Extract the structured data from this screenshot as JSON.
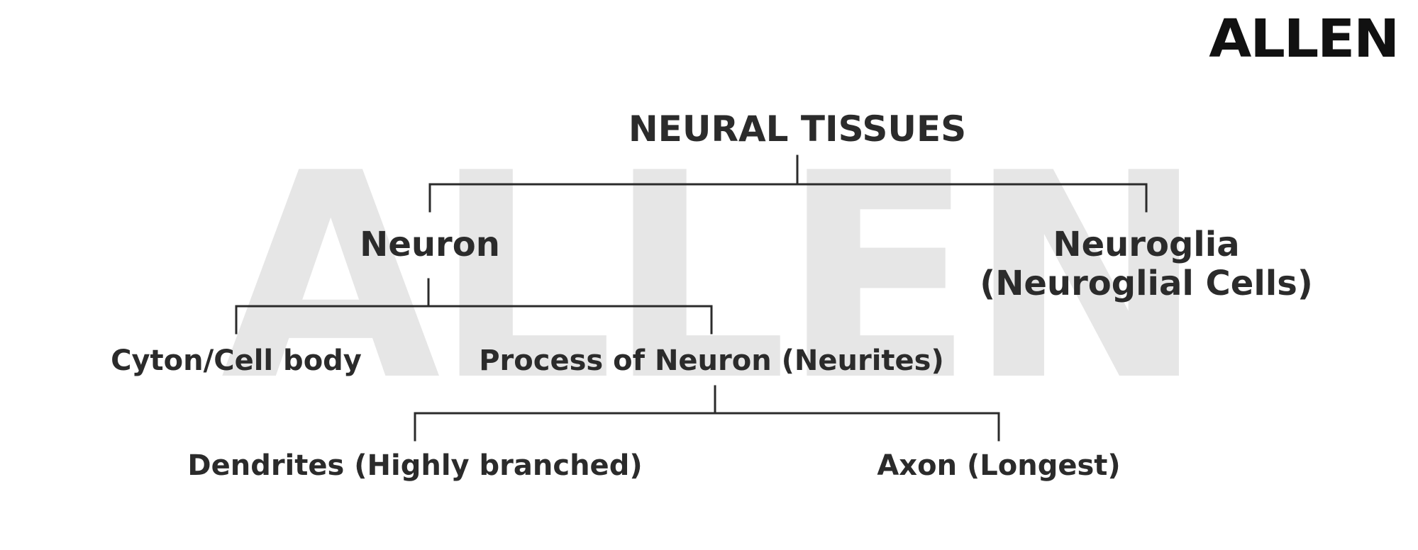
{
  "brand": {
    "logo_text": "ALLEN",
    "watermark_text": "ALLEN"
  },
  "diagram": {
    "root": "NEURAL TISSUES",
    "neuron": "Neuron",
    "neuroglia_line1": "Neuroglia",
    "neuroglia_line2": "(Neuroglial Cells)",
    "cyton": "Cyton/Cell body",
    "process": "Process of Neuron (Neurites)",
    "dendrites": "Dendrites (Highly branched)",
    "axon": "Axon (Longest)"
  },
  "colors": {
    "text": "#2b2b2b",
    "line": "#2b2b2b",
    "watermark": "#e6e6e6"
  }
}
